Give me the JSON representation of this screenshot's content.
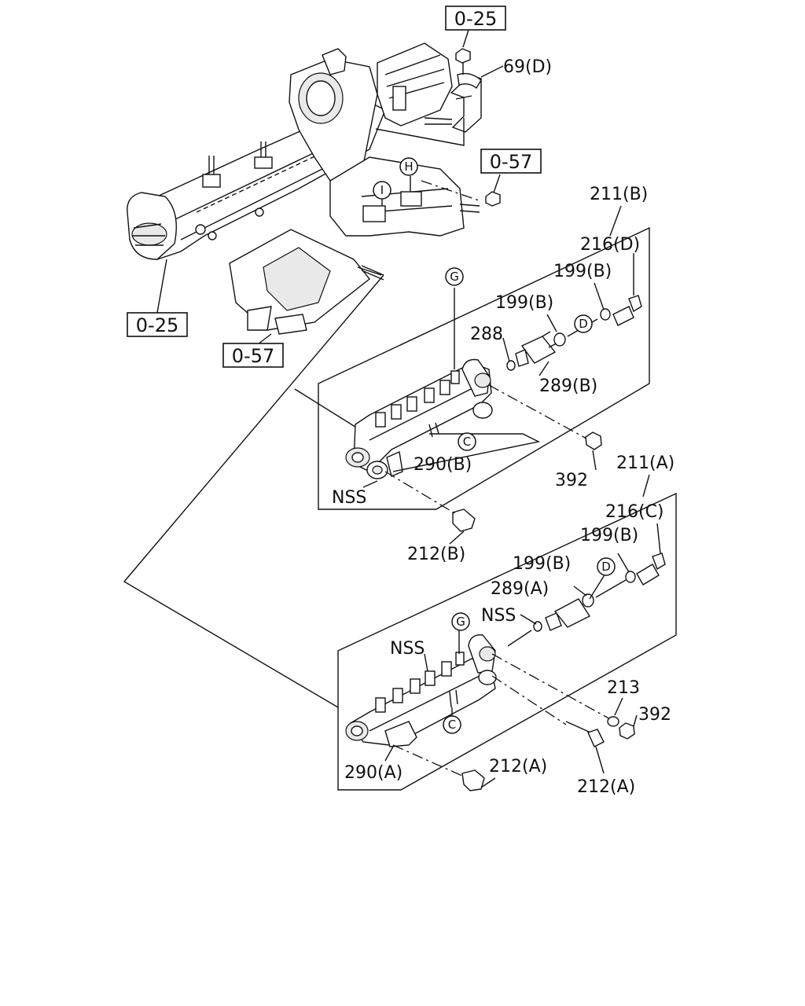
{
  "reference_boxes": [
    "0-25",
    "0-57",
    "0-25",
    "0-57"
  ],
  "circled_markers": [
    "I",
    "H",
    "G",
    "D",
    "C",
    "G",
    "D",
    "C"
  ],
  "labels_b": [
    "211(B)",
    "216(D)",
    "199(B)",
    "199(B)",
    "288",
    "289(B)",
    "290(B)",
    "NSS",
    "392",
    "212(B)"
  ],
  "labels_a": [
    "211(A)",
    "216(C)",
    "199(B)",
    "199(B)",
    "289(A)",
    "NSS",
    "NSS",
    "213",
    "392",
    "212(A)",
    "290(A)",
    "212(A)"
  ],
  "label_69d": "69(D)"
}
